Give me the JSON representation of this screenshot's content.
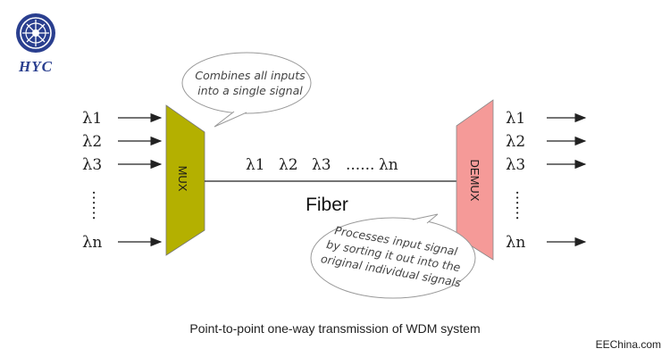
{
  "logo": {
    "text": "HYC",
    "color": "#2a3f8f"
  },
  "colors": {
    "mux": "#b4b000",
    "demux": "#f59a98",
    "line": "#222222"
  },
  "mux": {
    "label": "MUX"
  },
  "demux": {
    "label": "DEMUX"
  },
  "inputs": [
    {
      "sym": "λ",
      "sub": "1"
    },
    {
      "sym": "λ",
      "sub": "2"
    },
    {
      "sym": "λ",
      "sub": "3"
    },
    {
      "sym": "λ",
      "sub": "n"
    }
  ],
  "outputs": [
    {
      "sym": "λ",
      "sub": "1"
    },
    {
      "sym": "λ",
      "sub": "2"
    },
    {
      "sym": "λ",
      "sub": "3"
    },
    {
      "sym": "λ",
      "sub": "n"
    }
  ],
  "ellipsis_vertical": "……",
  "fiber": {
    "label": "Fiber",
    "signal_parts": [
      "λ1",
      "λ2",
      "λ3",
      "......",
      "λn"
    ]
  },
  "bubble_mux": {
    "lines": [
      "Combines all inputs",
      "into a single signal"
    ]
  },
  "bubble_demux": {
    "lines": [
      "Processes input signal",
      "by sorting it out into the",
      "original individual signals"
    ]
  },
  "caption": "Point-to-point one-way transmission of WDM system",
  "credit": "EEChina.com"
}
